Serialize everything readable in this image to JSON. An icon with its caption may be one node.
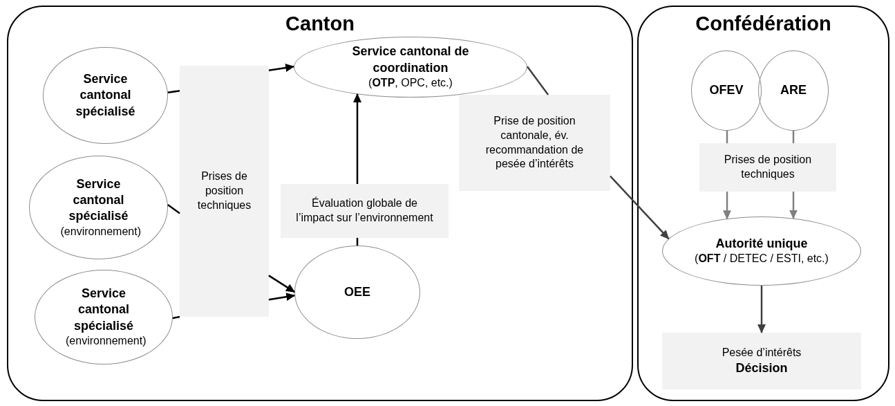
{
  "diagram": {
    "nodes": [
      {
        "text": [
          "Canton"
        ]
      },
      {
        "text": [
          "Service cantonal spécialisé"
        ],
        "in": 0
      },
      {
        "text": [
          "Service cantonal spécialisé",
          "(environnement)"
        ],
        "in": 0
      },
      {
        "text": [
          "Service cantonal spécialisé",
          "(environnement)"
        ],
        "in": 0
      },
      {
        "text": [
          "Prises de position techniques"
        ],
        "in": 0
      },
      {
        "text": [
          "Service cantonal de coordination",
          "(**OTP**, OPC, etc.)"
        ],
        "in": 0
      },
      {
        "text": [
          "Évaluation globale de l’impact sur l’environnement"
        ],
        "in": 0
      },
      {
        "text": [
          "OEE"
        ],
        "in": 0
      },
      {
        "text": [
          "Prise de position cantonale, év. recommandation de pesée d’intérêts"
        ],
        "in": 0
      },
      {
        "text": [
          "Confédération"
        ]
      },
      {
        "text": [
          "OFEV"
        ],
        "in": 9
      },
      {
        "text": [
          "ARE"
        ],
        "in": 9
      },
      {
        "text": [
          "Prises de position techniques"
        ],
        "in": 9
      },
      {
        "text": [
          "Autorité unique",
          "(**OFT** / DETEC / ESTI, etc.)"
        ],
        "in": 9
      },
      {
        "text": [
          "Pesée d’intérêts",
          "Décision"
        ],
        "in": 9
      }
    ],
    "edges": [
      {
        "from": 1,
        "to": 4,
        "arrow": "none"
      },
      {
        "from": 2,
        "to": 4,
        "arrow": "none"
      },
      {
        "from": 3,
        "to": 4,
        "arrow": "none"
      },
      {
        "from": 4,
        "to": 5,
        "arrow": "to"
      },
      {
        "from": 4,
        "to": 7,
        "arrow": "to"
      },
      {
        "from": 4,
        "to": 7,
        "arrow": "to"
      },
      {
        "from": 7,
        "to": 6,
        "arrow": "none"
      },
      {
        "from": 6,
        "to": 5,
        "arrow": "to"
      },
      {
        "from": 5,
        "to": 8,
        "arrow": "none",
        "color": "#404040"
      },
      {
        "from": 8,
        "to": 13,
        "arrow": "to",
        "color": "#404040"
      },
      {
        "from": 10,
        "to": 12,
        "arrow": "none",
        "color": "#808080"
      },
      {
        "from": 11,
        "to": 12,
        "arrow": "none",
        "color": "#808080"
      },
      {
        "from": 12,
        "to": 13,
        "arrow": "to",
        "color": "#808080"
      },
      {
        "from": 12,
        "to": 13,
        "arrow": "to",
        "color": "#808080"
      },
      {
        "from": 13,
        "to": 14,
        "arrow": "to",
        "color": "#404040"
      }
    ]
  }
}
